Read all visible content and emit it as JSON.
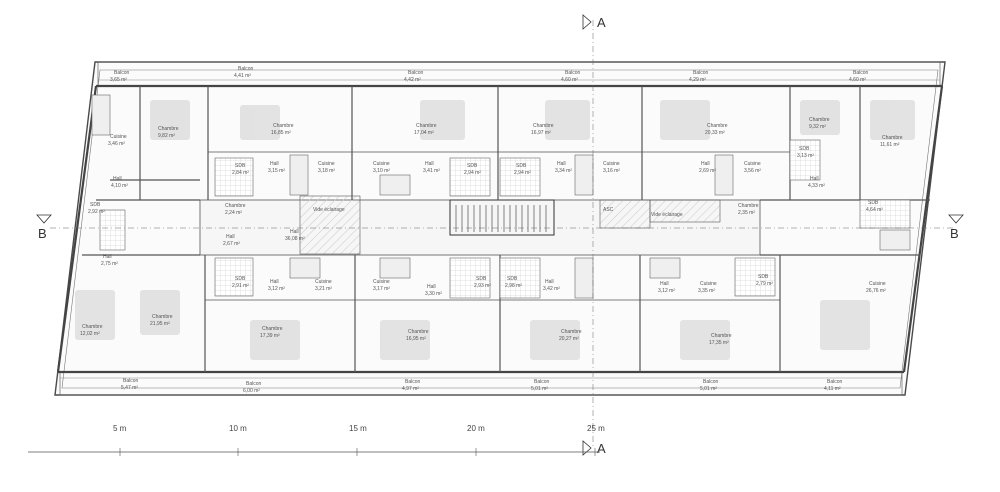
{
  "plan": {
    "colors": {
      "line": "#4a4a4a",
      "light": "#9a9a9a",
      "hatch": "#d9d9d9",
      "paper": "#ffffff",
      "furniture": "#c9c9c9"
    },
    "section_marks": {
      "a_top": "A",
      "a_bottom": "A",
      "b_left": "B",
      "b_right": "B"
    },
    "scale_labels": [
      "5 m",
      "10 m",
      "15 m",
      "20 m",
      "25 m"
    ],
    "rooms_top": [
      {
        "name": "Balcon",
        "area": "3,65 m²"
      },
      {
        "name": "Balcon",
        "area": "4,41 m²"
      },
      {
        "name": "Balcon",
        "area": "4,42 m²"
      },
      {
        "name": "Balcon",
        "area": "4,60 m²"
      },
      {
        "name": "Balcon",
        "area": "4,29 m²"
      },
      {
        "name": "Balcon",
        "area": "4,60 m²"
      },
      {
        "name": "Cuisine",
        "area": "3,46 m²"
      },
      {
        "name": "Chambre",
        "area": "9,82 m²"
      },
      {
        "name": "Chambre",
        "area": "16,85 m²"
      },
      {
        "name": "Chambre",
        "area": "17,04 m²"
      },
      {
        "name": "Chambre",
        "area": "16,97 m²"
      },
      {
        "name": "Chambre",
        "area": "20,33 m²"
      },
      {
        "name": "Chambre",
        "area": "9,32 m²"
      },
      {
        "name": "Chambre",
        "area": "11,61 m²"
      },
      {
        "name": "Hall",
        "area": "4,10 m²"
      },
      {
        "name": "SDB",
        "area": "2,84 m²"
      },
      {
        "name": "Hall",
        "area": "3,15 m²"
      },
      {
        "name": "Cuisine",
        "area": "3,18 m²"
      },
      {
        "name": "Cuisine",
        "area": "3,10 m²"
      },
      {
        "name": "Hall",
        "area": "3,41 m²"
      },
      {
        "name": "SDB",
        "area": "2,94 m²"
      },
      {
        "name": "SDB",
        "area": "2,94 m²"
      },
      {
        "name": "Hall",
        "area": "3,34 m²"
      },
      {
        "name": "Cuisine",
        "area": "3,16 m²"
      },
      {
        "name": "Hall",
        "area": "2,69 m²"
      },
      {
        "name": "Cuisine",
        "area": "3,56 m²"
      },
      {
        "name": "SDB",
        "area": "3,13 m²"
      }
    ],
    "rooms_middle": [
      {
        "name": "SDB",
        "area": "2,92 m²"
      },
      {
        "name": "Chambre",
        "area": "2,24 m²"
      },
      {
        "name": "Vide éclairage",
        "area": ""
      },
      {
        "name": "ASC",
        "area": ""
      },
      {
        "name": "Vide éclairage",
        "area": ""
      },
      {
        "name": "Chambre",
        "area": "2,35 m²"
      },
      {
        "name": "Hall",
        "area": "2,67 m²"
      },
      {
        "name": "Hall",
        "area": "36,08 m²"
      },
      {
        "name": "Hall",
        "area": "4,33 m²"
      },
      {
        "name": "SDB",
        "area": "4,64 m²"
      },
      {
        "name": "Hall",
        "area": "2,75 m²"
      }
    ],
    "rooms_bottom": [
      {
        "name": "SDB",
        "area": "2,91 m²"
      },
      {
        "name": "Hall",
        "area": "3,12 m²"
      },
      {
        "name": "Cuisine",
        "area": "3,21 m²"
      },
      {
        "name": "Cuisine",
        "area": "3,17 m²"
      },
      {
        "name": "Hall",
        "area": "3,30 m²"
      },
      {
        "name": "SDB",
        "area": "2,93 m²"
      },
      {
        "name": "SDB",
        "area": "2,98 m²"
      },
      {
        "name": "Hall",
        "area": "3,42 m²"
      },
      {
        "name": "Hall",
        "area": "3,12 m²"
      },
      {
        "name": "Cuisine",
        "area": "3,35 m²"
      },
      {
        "name": "SDB",
        "area": "2,79 m²"
      },
      {
        "name": "Cuisine",
        "area": "26,76 m²"
      },
      {
        "name": "Chambre",
        "area": "12,02 m²"
      },
      {
        "name": "Chambre",
        "area": "21,95 m²"
      },
      {
        "name": "Chambre",
        "area": "17,39 m²"
      },
      {
        "name": "Chambre",
        "area": "16,95 m²"
      },
      {
        "name": "Chambre",
        "area": "20,27 m²"
      },
      {
        "name": "Chambre",
        "area": "17,35 m²"
      },
      {
        "name": "Balcon",
        "area": "5,47 m²"
      },
      {
        "name": "Balcon",
        "area": "6,00 m²"
      },
      {
        "name": "Balcon",
        "area": "4,97 m²"
      },
      {
        "name": "Balcon",
        "area": "5,01 m²"
      },
      {
        "name": "Balcon",
        "area": "5,01 m²"
      },
      {
        "name": "Balcon",
        "area": "4,11 m²"
      }
    ]
  }
}
